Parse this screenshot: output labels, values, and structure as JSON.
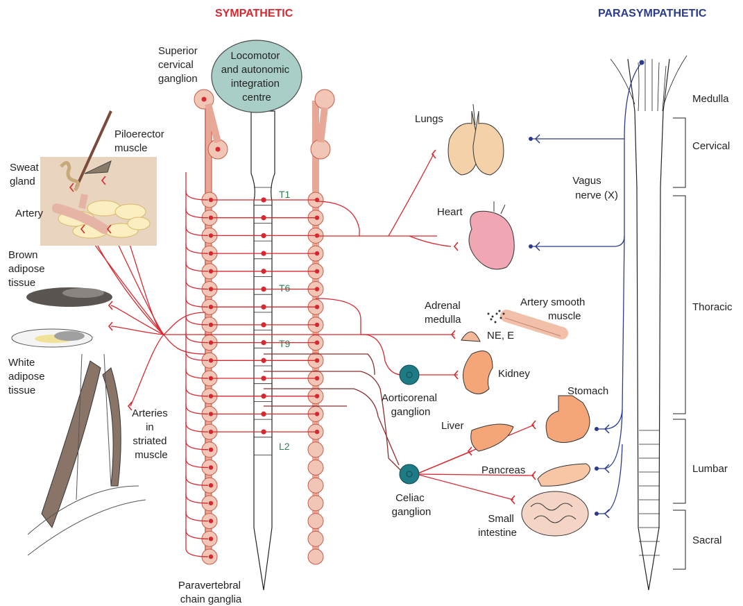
{
  "headers": {
    "sympathetic": "SYMPATHETIC",
    "parasympathetic": "PARASYMPATHETIC",
    "sympathetic_color": "#d7282f",
    "parasympathetic_color": "#2a3a8c"
  },
  "centre": [
    "Locomotor",
    "and autonomic",
    "integration",
    "centre"
  ],
  "labels": {
    "superior_cervical": [
      "Superior",
      "cervical",
      "ganglion"
    ],
    "piloerector": [
      "Piloerector",
      "muscle"
    ],
    "sweat_gland": [
      "Sweat",
      "gland"
    ],
    "artery": "Artery",
    "brown_adipose": [
      "Brown",
      "adipose",
      "tissue"
    ],
    "white_adipose": [
      "White",
      "adipose",
      "tissue"
    ],
    "arteries_striated": [
      "Arteries",
      "in",
      "striated",
      "muscle"
    ],
    "paravertebral": [
      "Paravertebral",
      "chain ganglia"
    ],
    "lungs": "Lungs",
    "heart": "Heart",
    "adrenal": [
      "Adrenal",
      "medulla"
    ],
    "artery_smooth": [
      "Artery smooth",
      "muscle"
    ],
    "ne_e": "NE, E",
    "kidney": "Kidney",
    "aorticorenal": [
      "Aorticorenal",
      "ganglion"
    ],
    "stomach": "Stomach",
    "liver": "Liver",
    "pancreas": "Pancreas",
    "small_intestine": [
      "Small",
      "intestine"
    ],
    "celiac": [
      "Celiac",
      "ganglion"
    ],
    "vagus": [
      "Vagus",
      "nerve (X)"
    ]
  },
  "segments": [
    "T1",
    "T6",
    "T9",
    "L2"
  ],
  "regions": [
    "Medulla",
    "Cervical",
    "Thoracic",
    "Lumbar",
    "Sacral"
  ]
}
